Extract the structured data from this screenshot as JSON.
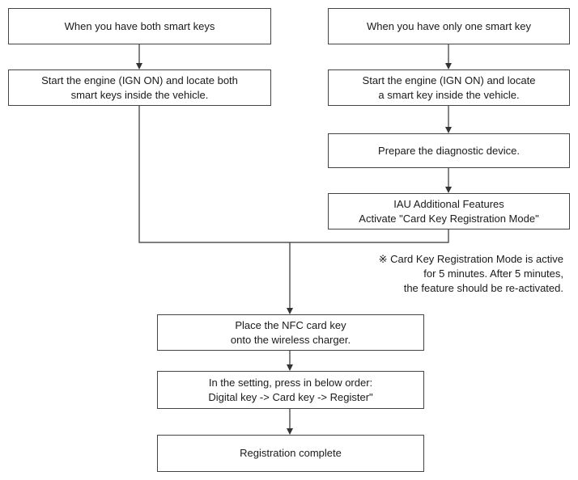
{
  "boxes": {
    "both_keys": "When you have both smart keys",
    "one_key": "When you have only one smart key",
    "start_both": [
      "Start the engine (IGN ON) and locate both",
      "smart keys inside the vehicle."
    ],
    "start_one": [
      "Start the engine (IGN ON) and locate",
      "a smart key inside the vehicle."
    ],
    "prepare": "Prepare the diagnostic device.",
    "iau": [
      "IAU Additional Features",
      "Activate \"Card Key Registration Mode\""
    ],
    "nfc": [
      "Place the NFC card key",
      "onto the wireless charger."
    ],
    "setting": [
      "In the setting, press in below order:",
      "Digital key -> Card key -> Register\""
    ],
    "complete": "Registration complete"
  },
  "note": [
    "※ Card Key Registration Mode is active",
    "for 5 minutes. After 5 minutes,",
    "the feature should be re-activated."
  ]
}
